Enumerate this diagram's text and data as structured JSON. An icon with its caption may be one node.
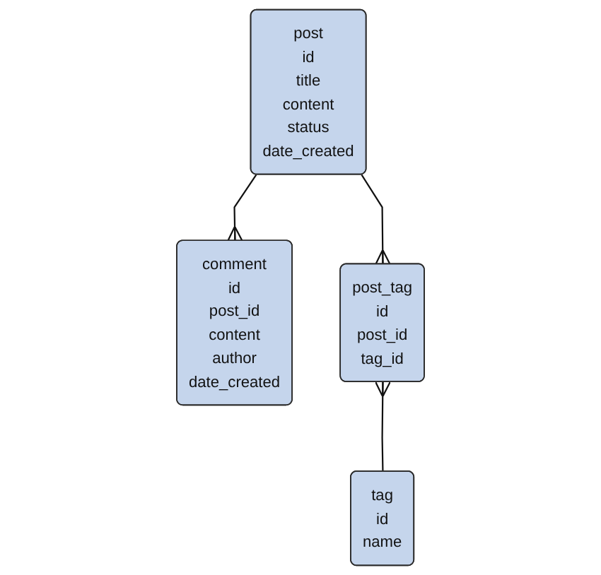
{
  "diagram": {
    "nodes": [
      {
        "text": [
          "post",
          "id",
          "title",
          "content",
          "status",
          "date_created"
        ]
      },
      {
        "text": [
          "comment",
          "id",
          "post_id",
          "content",
          "author",
          "date_created"
        ]
      },
      {
        "text": [
          "post_tag",
          "id",
          "post_id",
          "tag_id"
        ]
      },
      {
        "text": [
          "tag",
          "id",
          "name"
        ]
      }
    ],
    "edges": [
      {
        "from": 0,
        "to": 1,
        "arrow": "other"
      },
      {
        "from": 0,
        "to": 2,
        "arrow": "other"
      },
      {
        "from": 3,
        "to": 2,
        "arrow": "other"
      }
    ]
  }
}
